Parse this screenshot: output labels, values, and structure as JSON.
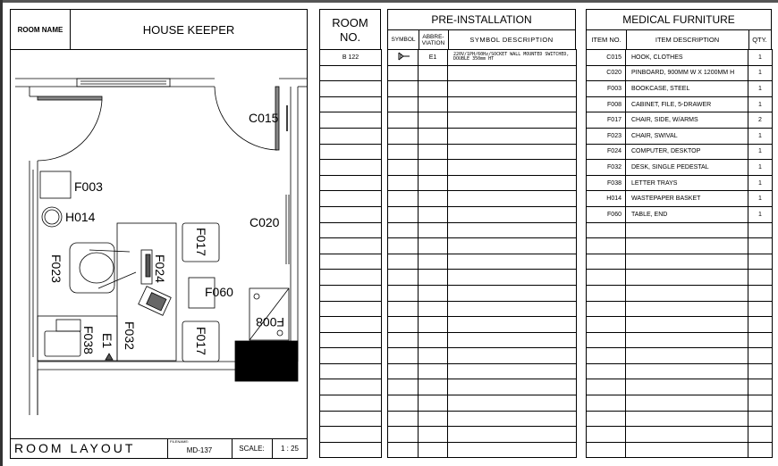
{
  "room_layout": {
    "room_name_label": "ROOM NAME",
    "room_name": "HOUSE KEEPER",
    "footer_title": "ROOM LAYOUT",
    "filename_label": "FILENAME:",
    "filename": "MD-137",
    "scale_label": "SCALE:",
    "scale": "1 : 25",
    "plan_labels": {
      "c015": "C015",
      "c020": "C020",
      "f003": "F003",
      "h014": "H014",
      "f023": "F023",
      "f024": "F024",
      "f017a": "F017",
      "f017b": "F017",
      "f060": "F060",
      "f008": "F008",
      "f032": "F032",
      "f038": "F038",
      "e1": "E1"
    }
  },
  "room_no": {
    "header_line1": "ROOM",
    "header_line2": "NO.",
    "rows": [
      "B 122"
    ]
  },
  "pre_installation": {
    "title": "PRE-INSTALLATION",
    "columns": [
      "SYMBOL",
      "ABBRE-\nVIATION",
      "SYMBOL DESCRIPTION"
    ],
    "rows": [
      {
        "symbol": "socket-symbol-icon",
        "abbreviation": "E1",
        "description": "220V/1PH/60Hz/SOCKET WALL MOUNTED SWITCHED, DOUBLE 350mm HT"
      }
    ]
  },
  "medical_furniture": {
    "title": "MEDICAL FURNITURE",
    "columns": [
      "ITEM NO.",
      "ITEM DESCRIPTION",
      "QTY."
    ],
    "rows": [
      {
        "item_no": "C015",
        "description": "HOOK, CLOTHES",
        "qty": "1"
      },
      {
        "item_no": "C020",
        "description": "PINBOARD, 900MM W X 1200MM H",
        "qty": "1"
      },
      {
        "item_no": "F003",
        "description": "BOOKCASE, STEEL",
        "qty": "1"
      },
      {
        "item_no": "F008",
        "description": "CABINET, FILE, 5-DRAWER",
        "qty": "1"
      },
      {
        "item_no": "F017",
        "description": "CHAIR, SIDE, W/ARMS",
        "qty": "2"
      },
      {
        "item_no": "F023",
        "description": "CHAIR, SWIVAL",
        "qty": "1"
      },
      {
        "item_no": "F024",
        "description": "COMPUTER, DESKTOP",
        "qty": "1"
      },
      {
        "item_no": "F032",
        "description": "DESK, SINGLE PEDESTAL",
        "qty": "1"
      },
      {
        "item_no": "F038",
        "description": "LETTER TRAYS",
        "qty": "1"
      },
      {
        "item_no": "H014",
        "description": "WASTEPAPER BASKET",
        "qty": "1"
      },
      {
        "item_no": "F060",
        "description": "TABLE, END",
        "qty": "1"
      }
    ]
  }
}
